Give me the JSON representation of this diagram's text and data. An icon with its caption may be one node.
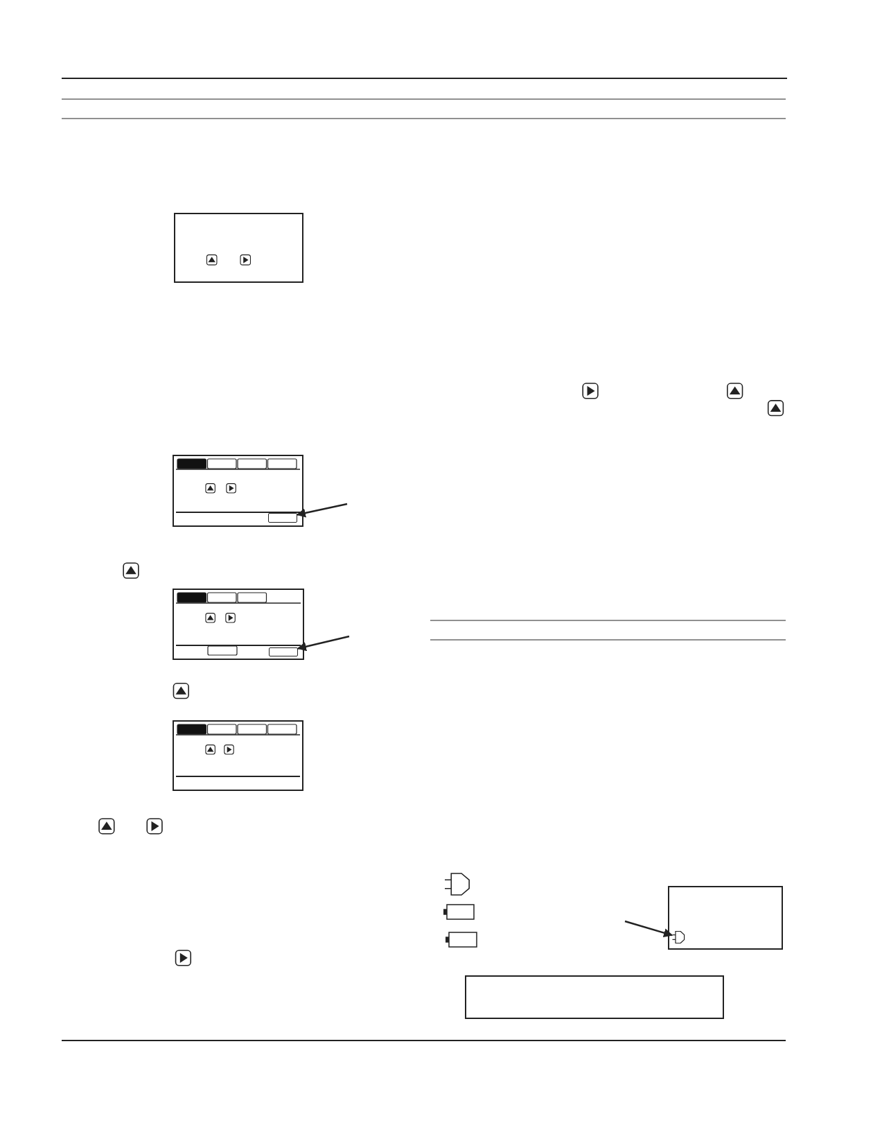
{
  "diagram": {
    "nodes": [
      {
        "text": [],
        "shape": "box"
      },
      {
        "text": [],
        "shape": "box"
      },
      {
        "text": [],
        "shape": "box",
        "in": 1
      },
      {
        "text": [],
        "shape": "box"
      },
      {
        "text": [],
        "shape": "box",
        "in": 3
      },
      {
        "text": [],
        "shape": "box"
      },
      {
        "text": [],
        "shape": "box"
      },
      {
        "text": [],
        "shape": "plug",
        "in": 6
      },
      {
        "text": [],
        "shape": "box"
      }
    ],
    "edges": [
      {
        "from": null,
        "to": 2,
        "arrow": "to"
      },
      {
        "from": null,
        "to": 4,
        "arrow": "to"
      },
      {
        "from": null,
        "to": 7,
        "arrow": "to"
      }
    ]
  }
}
